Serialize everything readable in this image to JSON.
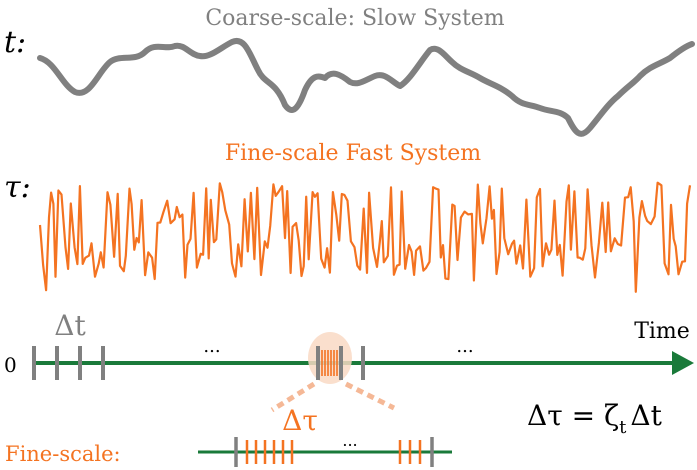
{
  "labels": {
    "slow_title": "Coarse-scale: Slow System",
    "fast_title": "Fine-scale Fast System",
    "t_label": "t:",
    "tau_label": "τ:",
    "delta_t": "Δt",
    "time": "Time",
    "zero": "0",
    "dots1": "...",
    "dots2": "...",
    "dots3": "...",
    "delta_tau": "Δτ",
    "fine_scale": "Fine-scale:",
    "equation": "Δτ = ζ",
    "equation_sub": "t",
    "equation_end": "Δt"
  },
  "colors": {
    "slow": "#808080",
    "fast": "#f47321",
    "axis": "#1a7a3a",
    "tick": "#808080",
    "highlight": "#f9d9c4",
    "text": "#000000"
  }
}
